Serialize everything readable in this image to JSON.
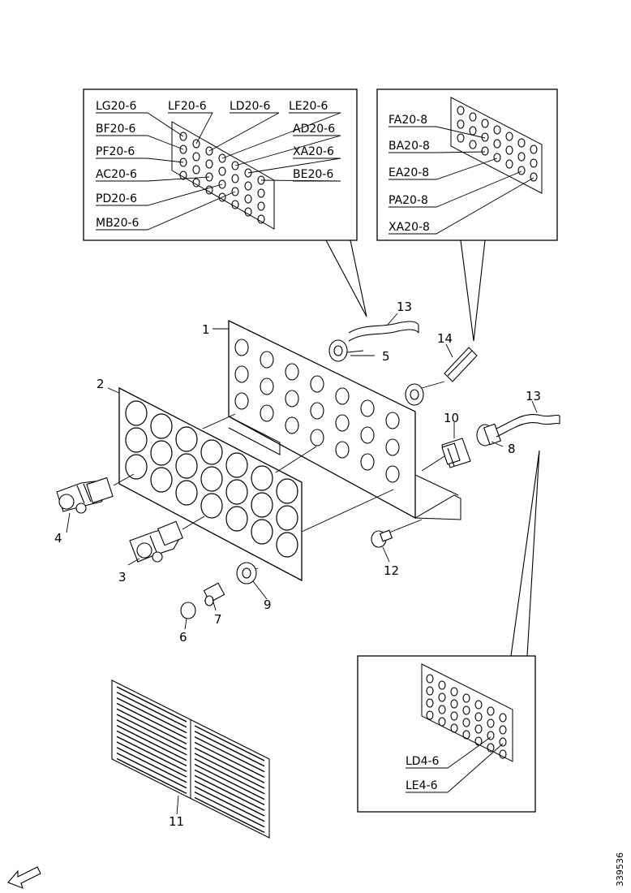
{
  "callouts": {
    "top_left": [
      "LG20-6",
      "LF20-6",
      "LD20-6",
      "LE20-6",
      "BF20-6",
      "AD20-6",
      "PF20-6",
      "XA20-6",
      "AC20-6",
      "BE20-6",
      "PD20-6",
      "MB20-6"
    ],
    "top_right": [
      "FA20-8",
      "BA20-8",
      "EA20-8",
      "PA20-8",
      "XA20-8"
    ],
    "bottom_right": [
      "LD4-6",
      "LE4-6"
    ]
  },
  "part_numbers": [
    "1",
    "2",
    "3",
    "4",
    "5",
    "6",
    "7",
    "8",
    "9",
    "10",
    "11",
    "12",
    "13",
    "13",
    "14"
  ],
  "document_id": "339536"
}
